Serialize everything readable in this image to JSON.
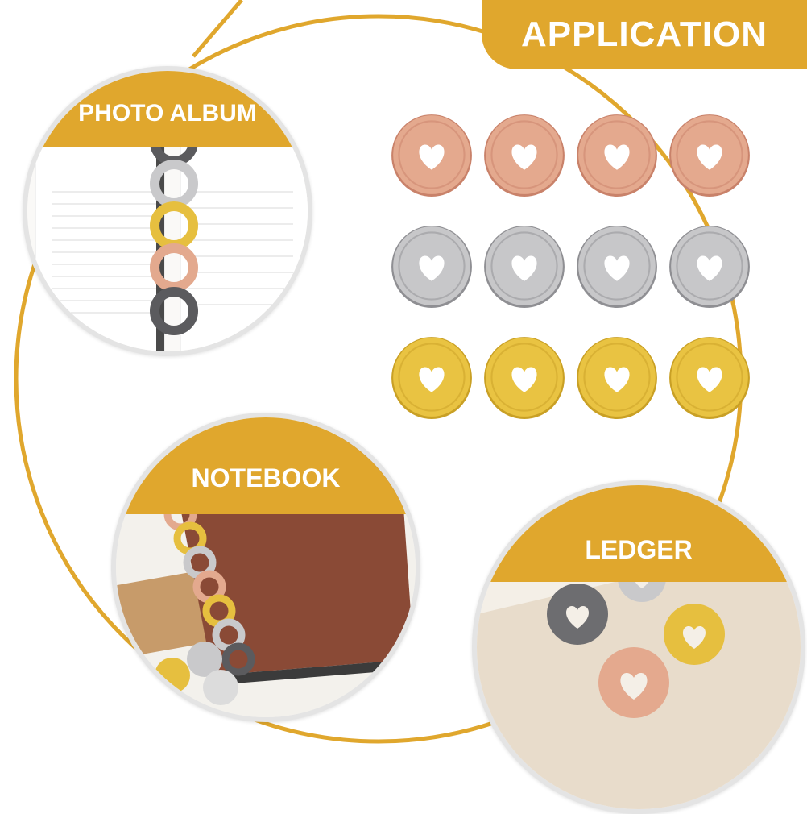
{
  "header": {
    "title": "APPLICATION"
  },
  "scenes": [
    {
      "label": "PHOTO ALBUM",
      "icon": "photo-album-binder-illustration"
    },
    {
      "label": "NOTEBOOK",
      "icon": "notebook-illustration"
    },
    {
      "label": "LEDGER",
      "icon": "ledger-discs-illustration"
    }
  ],
  "colors": {
    "accent": "#E0A72D",
    "rose_gold": "#E4A98E",
    "silver": "#C7C7C9",
    "gold": "#E9C342",
    "gunmetal": "#6d6d70"
  },
  "product_grid": {
    "rows": [
      {
        "finish": "rose_gold",
        "count": 4
      },
      {
        "finish": "silver",
        "count": 4
      },
      {
        "finish": "gold",
        "count": 4
      }
    ]
  }
}
